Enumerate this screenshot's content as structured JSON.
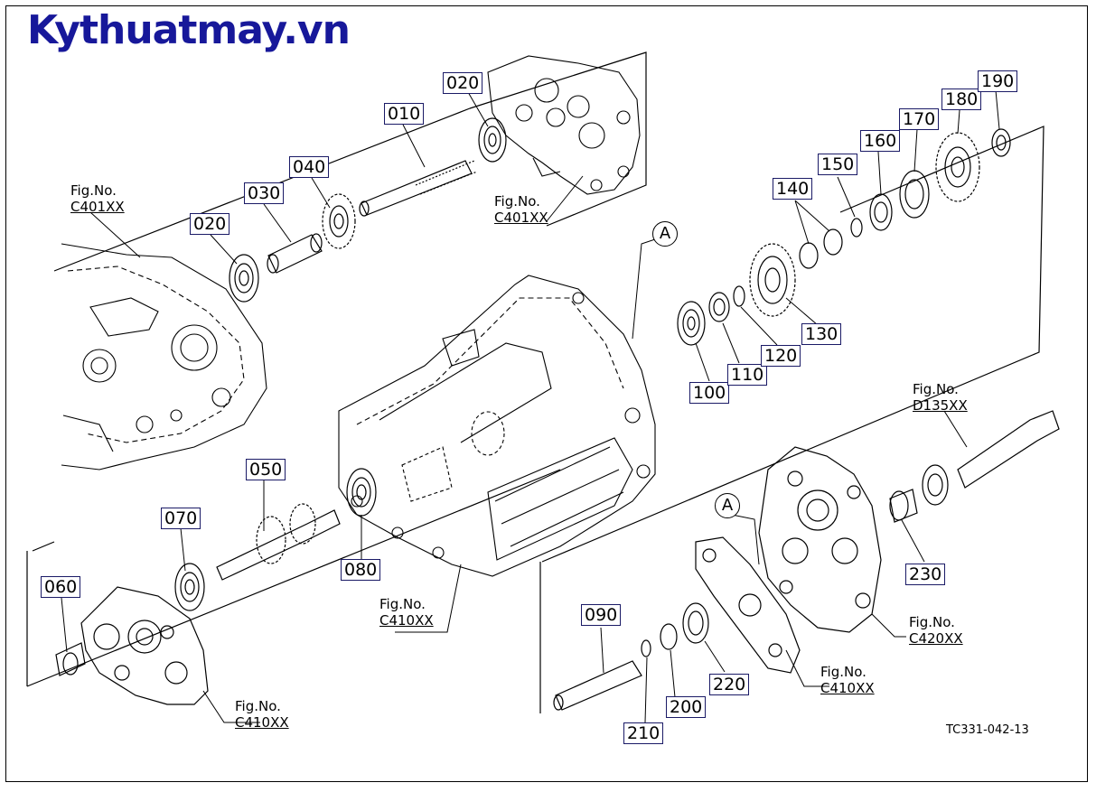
{
  "watermark": "Kythuatmay.vn",
  "drawing_ref": "TC331-042-13",
  "callout_letter": "A",
  "part_labels": [
    "010",
    "020",
    "020",
    "030",
    "040",
    "050",
    "060",
    "070",
    "080",
    "090",
    "100",
    "110",
    "120",
    "130",
    "140",
    "150",
    "160",
    "170",
    "180",
    "190",
    "200",
    "210",
    "220",
    "230"
  ],
  "figure_refs": [
    {
      "prefix": "Fig.No.",
      "code": "C401XX"
    },
    {
      "prefix": "Fig.No.",
      "code": "C401XX"
    },
    {
      "prefix": "Fig.No.",
      "code": "C410XX"
    },
    {
      "prefix": "Fig.No.",
      "code": "C410XX"
    },
    {
      "prefix": "Fig.No.",
      "code": "C410XX"
    },
    {
      "prefix": "Fig.No.",
      "code": "C420XX"
    },
    {
      "prefix": "Fig.No.",
      "code": "D135XX"
    }
  ],
  "colors": {
    "brand": "#17189a",
    "line": "#000000",
    "label_border": "#1a1a66"
  }
}
